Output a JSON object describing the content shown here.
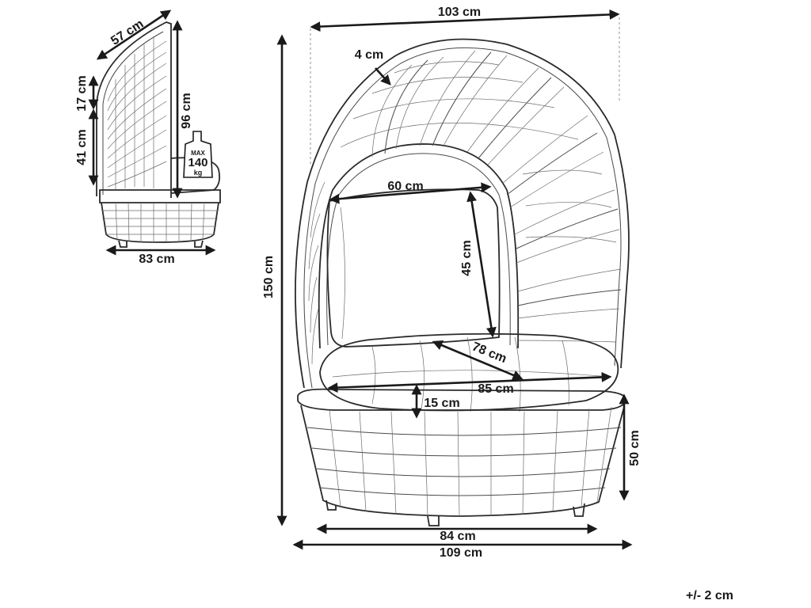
{
  "side_view": {
    "width_top": "57 cm",
    "height_canopy": "17 cm",
    "height_back": "41 cm",
    "height_total": "96 cm",
    "width_bottom": "83 cm",
    "max_load": {
      "top": "MAX",
      "value": "140",
      "unit": "kg"
    }
  },
  "front_view": {
    "canopy_width": "103 cm",
    "canopy_thickness": "4 cm",
    "seat_opening_width": "60 cm",
    "back_cushion_height": "45 cm",
    "total_height": "150 cm",
    "cushion_diagonal": "78 cm",
    "cushion_width": "85 cm",
    "cushion_thickness": "15 cm",
    "base_height": "50 cm",
    "base_width": "84 cm",
    "overall_width": "109 cm"
  },
  "tolerance": "+/- 2 cm"
}
